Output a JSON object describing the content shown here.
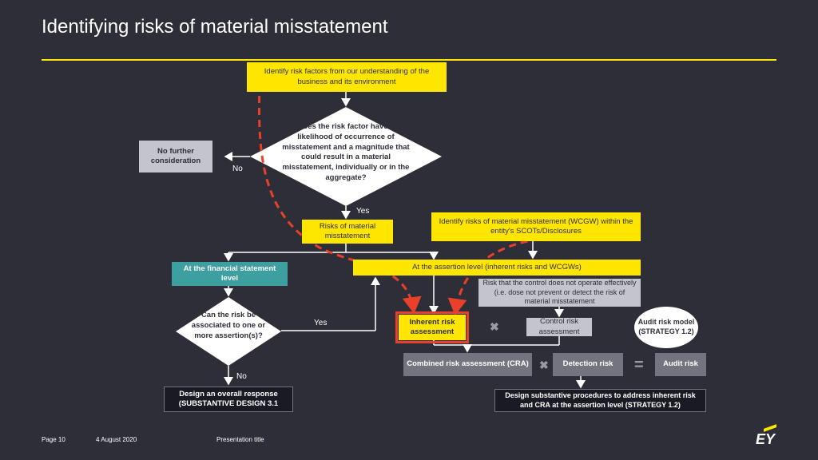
{
  "slide": {
    "title": "Identifying risks of material misstatement"
  },
  "flow": {
    "identify_factors": "Identify risk factors from our understanding of the business and its environment",
    "decision_likelihood": "Does the risk factor have a likelihood of occurrence of misstatement and a magnitude that could result in a material misstatement, individually or in the aggregate?",
    "no_further": "No further consideration",
    "label_no_1": "No",
    "label_yes_1": "Yes",
    "risks_material": "Risks of material misstatement",
    "identify_wcgw": "Identify risks of material misstatement (WCGW) within the entity's SCOTs/Disclosures",
    "fs_level": "At the financial statement level",
    "assertion_level": "At the assertion level (inherent risks and WCGWs)",
    "control_risk_desc": "Risk that the control does not operate effectively (i.e. dose not prevent or detect the risk of material misstatement",
    "decision_assertion": "Can the risk be associated to one or more assertion(s)?",
    "label_yes_2": "Yes",
    "label_no_2": "No",
    "inherent_risk": "Inherent risk assessment",
    "control_risk": "Control risk assessment",
    "audit_risk_model": "Audit risk model (STRATEGY 1.2)",
    "cra": "Combined risk assessment (CRA)",
    "detection_risk": "Detection risk",
    "audit_risk": "Audit risk",
    "overall_response": "Design an overall response (SUBSTANTIVE DESIGN 3.1",
    "substantive_procedures": "Design substantive procedures to address inherent risk and CRA at the assertion level (STRATEGY 1.2)",
    "op_multiply_1": "✖",
    "op_multiply_2": "✖",
    "op_equals": "="
  },
  "footer": {
    "page": "Page 10",
    "date": "4 August 2020",
    "presentation": "Presentation title",
    "logo": "EY"
  },
  "colors": {
    "background": "#2e2e38",
    "accent_yellow": "#ffe600",
    "teal": "#3d9fa0",
    "dashed_red": "#e8402a"
  }
}
